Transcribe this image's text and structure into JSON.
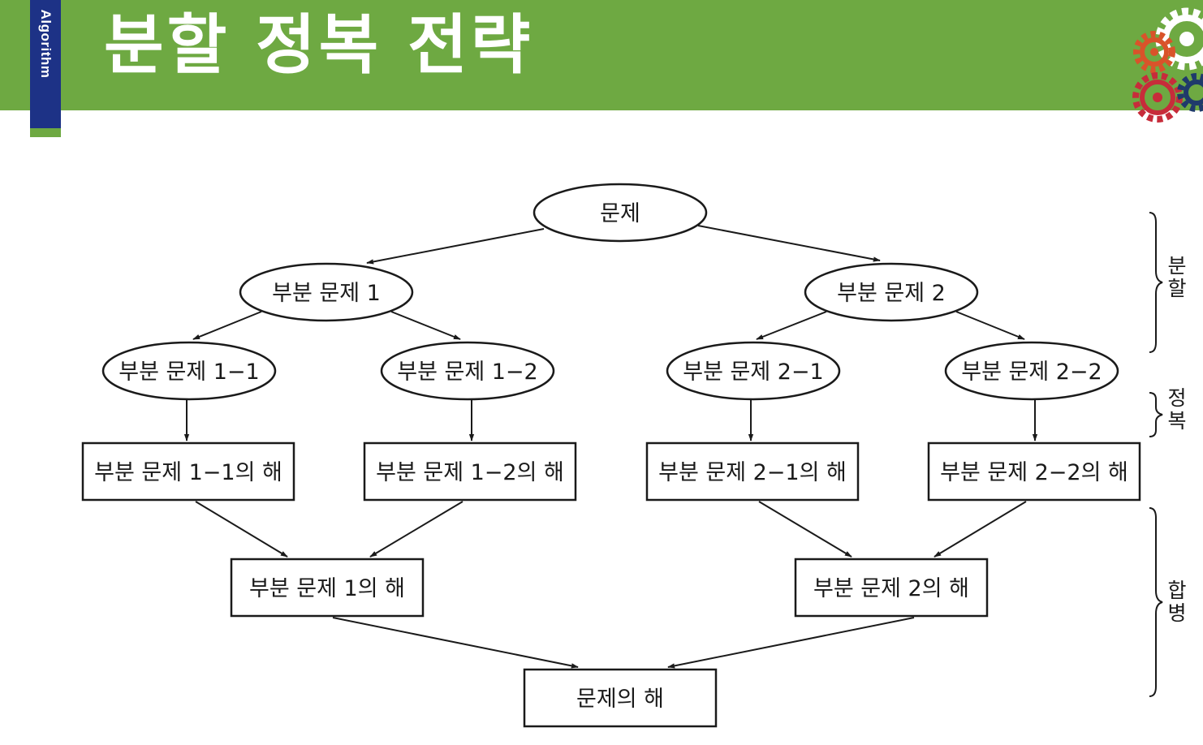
{
  "header": {
    "title": "분할 정복 전략",
    "side_tab": "Algorithm"
  },
  "colors": {
    "header_green": "#6ea942",
    "side_tab_navy": "#1d3286",
    "gear_orange": "#d9532a",
    "gear_red": "#c72c3a",
    "gear_navy": "#1f3a6b"
  },
  "diagram": {
    "root": "문제",
    "level1": [
      "부분 문제 1",
      "부분 문제 2"
    ],
    "level2": [
      "부분 문제 1−1",
      "부분 문제 1−2",
      "부분 문제 2−1",
      "부분 문제 2−2"
    ],
    "solutions_level2": [
      "부분 문제 1−1의 해",
      "부분 문제 1−2의 해",
      "부분 문제 2−1의 해",
      "부분 문제 2−2의 해"
    ],
    "solutions_level1": [
      "부분 문제 1의 해",
      "부분 문제 2의 해"
    ],
    "final_solution": "문제의 해",
    "phases": {
      "divide": [
        "분",
        "할"
      ],
      "conquer": [
        "정",
        "복"
      ],
      "combine": [
        "합",
        "병"
      ]
    }
  }
}
